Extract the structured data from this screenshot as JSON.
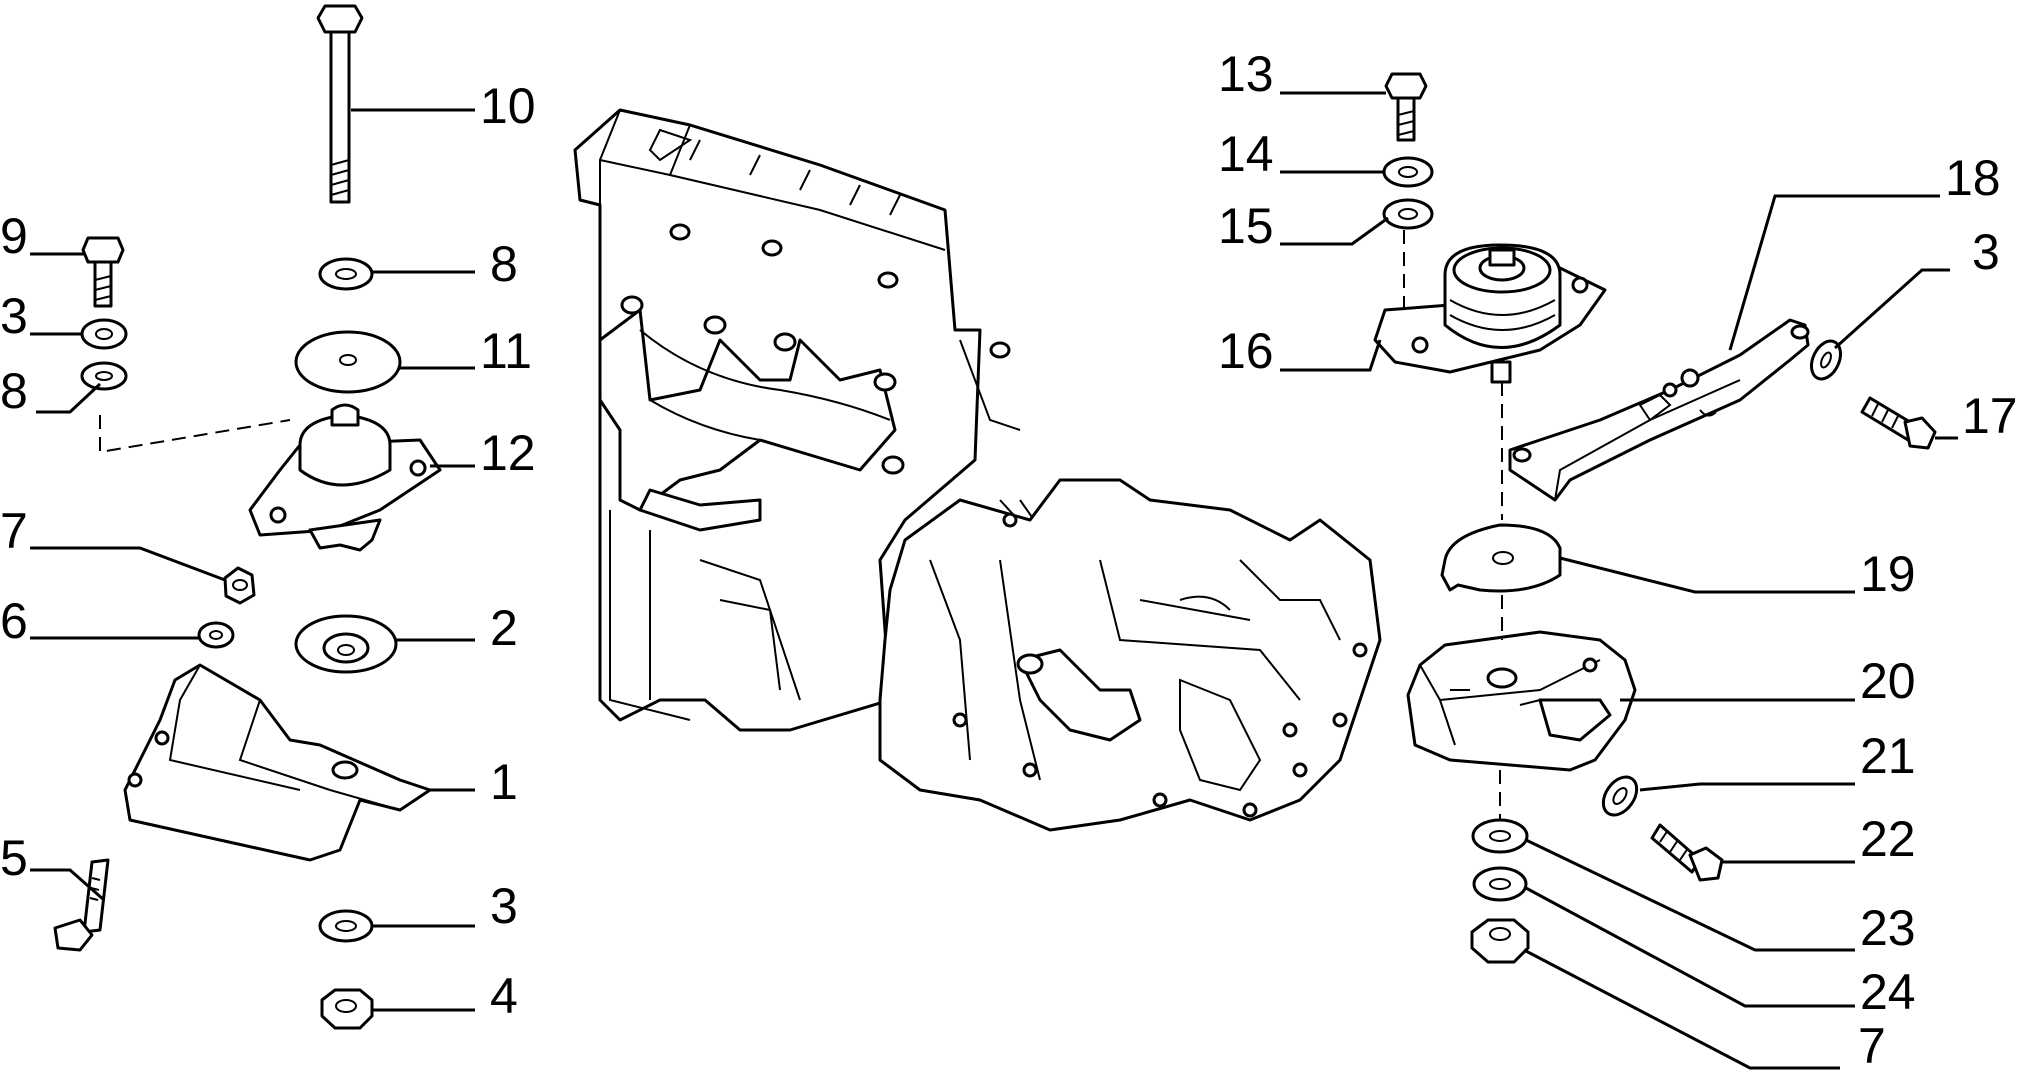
{
  "callouts": [
    {
      "id": "c10a",
      "label": "10"
    },
    {
      "id": "c8a",
      "label": "8"
    },
    {
      "id": "c11",
      "label": "11"
    },
    {
      "id": "c12",
      "label": "12"
    },
    {
      "id": "c2",
      "label": "2"
    },
    {
      "id": "c1",
      "label": "1"
    },
    {
      "id": "c3a",
      "label": "3"
    },
    {
      "id": "c4",
      "label": "4"
    },
    {
      "id": "c9",
      "label": "9"
    },
    {
      "id": "c3b",
      "label": "3"
    },
    {
      "id": "c8b",
      "label": "8"
    },
    {
      "id": "c7a",
      "label": "7"
    },
    {
      "id": "c6",
      "label": "6"
    },
    {
      "id": "c5",
      "label": "5"
    },
    {
      "id": "c13",
      "label": "13"
    },
    {
      "id": "c14",
      "label": "14"
    },
    {
      "id": "c15",
      "label": "15"
    },
    {
      "id": "c16",
      "label": "16"
    },
    {
      "id": "c18",
      "label": "18"
    },
    {
      "id": "c3c",
      "label": "3"
    },
    {
      "id": "c17",
      "label": "17"
    },
    {
      "id": "c19",
      "label": "19"
    },
    {
      "id": "c20",
      "label": "20"
    },
    {
      "id": "c21",
      "label": "21"
    },
    {
      "id": "c22",
      "label": "22"
    },
    {
      "id": "c23",
      "label": "23"
    },
    {
      "id": "c24",
      "label": "24"
    },
    {
      "id": "c7b",
      "label": "7"
    }
  ]
}
